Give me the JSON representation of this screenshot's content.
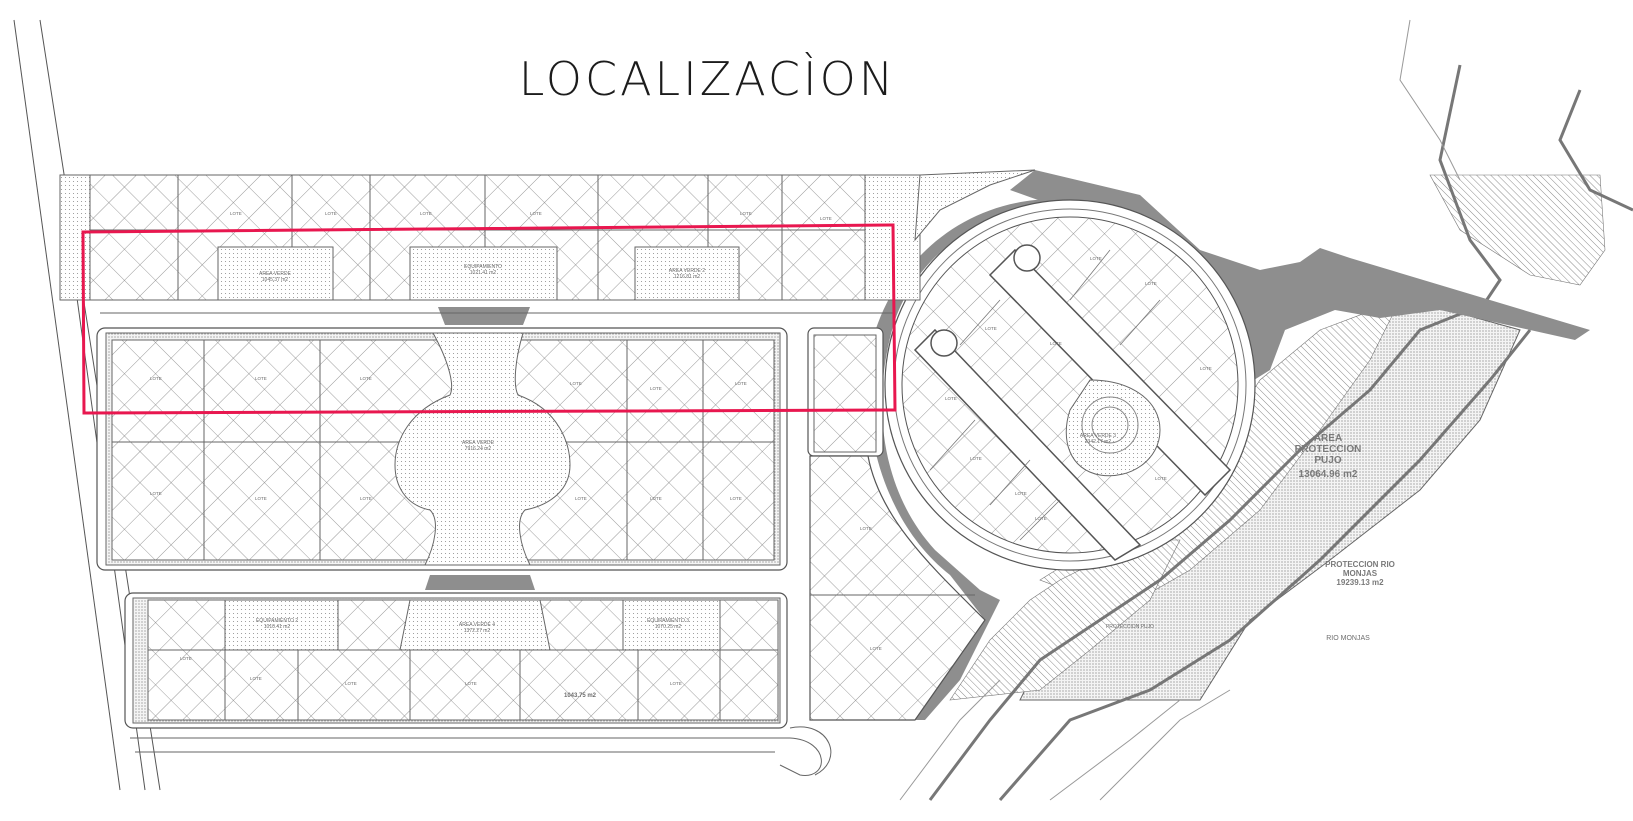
{
  "title": "LOCALIZACÌON",
  "labels": {
    "area_proteccion_pujo": [
      "AREA",
      "PROTECCION",
      "PUJO",
      "13064.96 m2"
    ],
    "proteccion_rio": [
      "PROTECCION RIO",
      "MONJAS",
      "19239.13 m2"
    ],
    "rio_monjas": "RIO MONJAS",
    "proteccion_pujo": "PROTECCION PUJO",
    "area_verde_central": [
      "AREA VERDE",
      "7916.24 m2"
    ],
    "area_verde_circle": [
      "AREA VERDE 3",
      "2342.17 m2"
    ],
    "lot_area_highlight": "1043.75 m2",
    "equipamiento_1": [
      "EQUIPAMIENTO",
      "1021.41 m2"
    ],
    "area_verde_1": [
      "AREA VERDE",
      "1045.37 m2"
    ],
    "area_verde_2": [
      "AREA VERDE 2",
      "1216.81 m2"
    ],
    "equipamiento_2": [
      "EQUIPAMIENTO 2",
      "1010.41 m2"
    ],
    "equipamiento_3": [
      "EQUIPAMIENTO 3",
      "1070.25 m2"
    ],
    "area_verde_4": [
      "AREA VERDE 4",
      "1372.27 m2"
    ]
  },
  "highlight": {
    "color": "#e8174f",
    "label": "selection-frame"
  }
}
